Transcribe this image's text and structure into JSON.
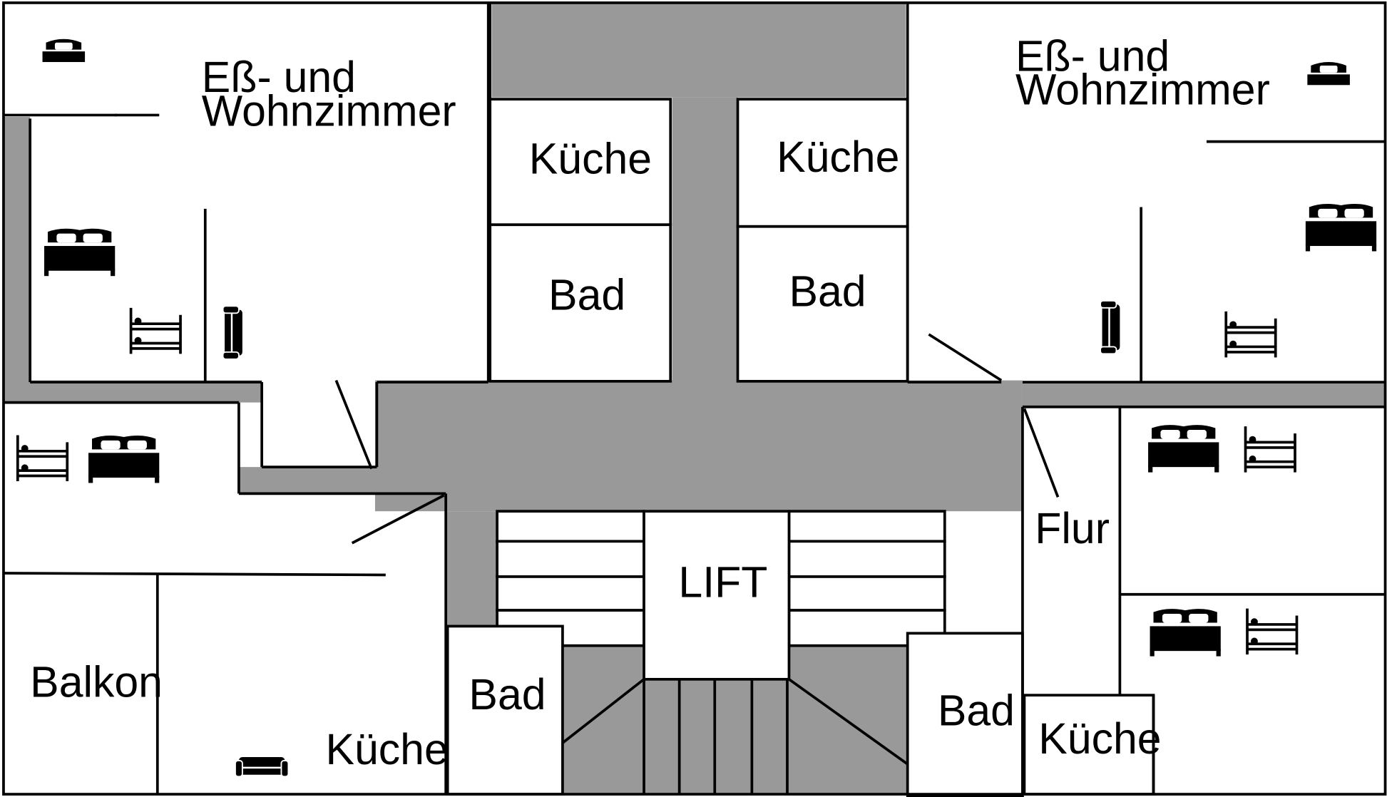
{
  "colors": {
    "wall": "#000000",
    "corridor": "#999999",
    "room": "#ffffff",
    "furniture": "#000000"
  },
  "rooms": {
    "tl_living_1": "Eß- und",
    "tl_living_2": "Wohnzimmer",
    "tr_living_1": "Eß- und",
    "tr_living_2": "Wohnzimmer",
    "kitchen_c1": "Küche",
    "kitchen_c2": "Küche",
    "bath_c1": "Bad",
    "bath_c2": "Bad",
    "lift": "LIFT",
    "balcony": "Balkon",
    "kitchen_bl": "Küche",
    "bath_bl": "Bad",
    "bath_br": "Bad",
    "hall": "Flur",
    "kitchen_br": "Küche"
  },
  "icons": {
    "bed": "double-bed-icon",
    "bunk": "bunk-bed-icon",
    "sofa": "sofa-icon"
  }
}
